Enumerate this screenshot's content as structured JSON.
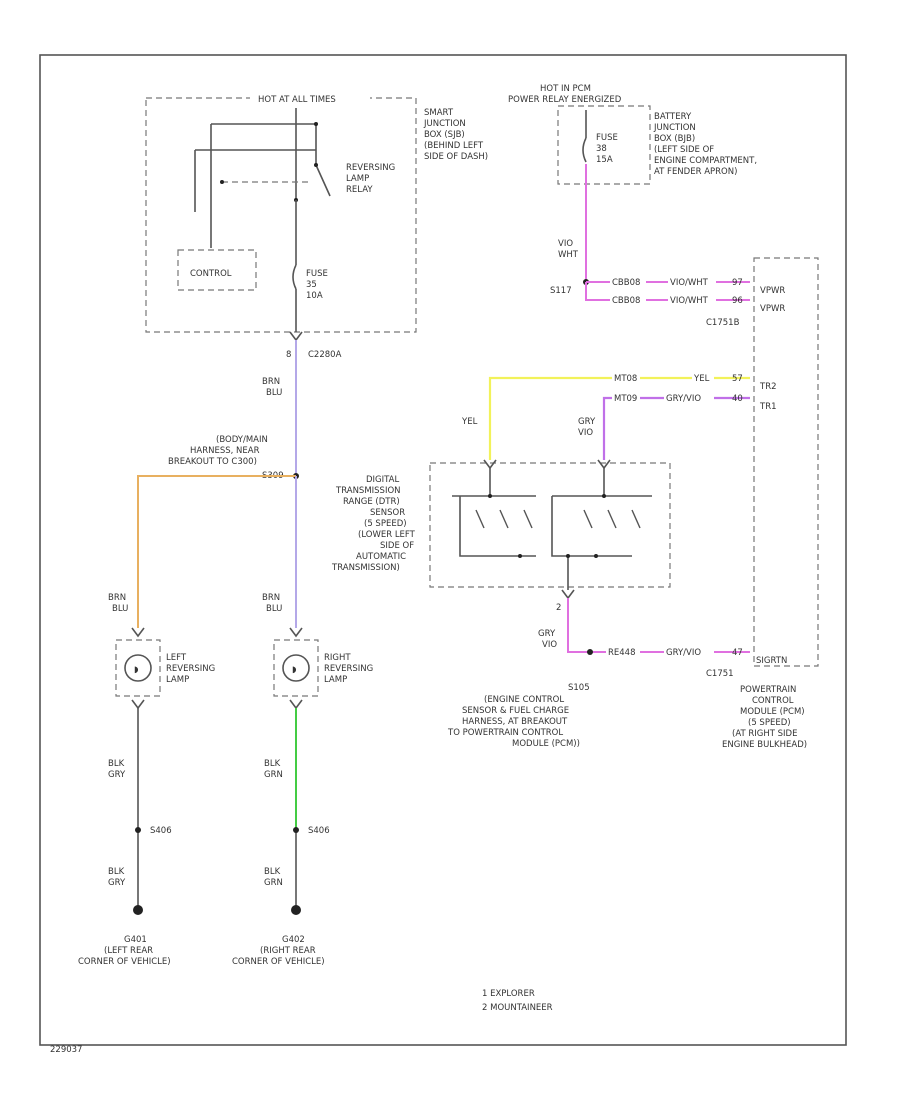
{
  "colors": {
    "wire": "#555555",
    "yellow": "#f2f25a",
    "violet_lt": "#c8a8f2",
    "orange": "#e8b060",
    "magenta": "#e070e0",
    "green": "#44cc44"
  },
  "relay_box": {
    "header": "HOT AT ALL TIMES",
    "name": [
      "SMART",
      "JUNCTION",
      "BOX (SJB)",
      "(BEHIND LEFT",
      "SIDE OF DASH)"
    ],
    "relay_label": [
      "REVERSING",
      "LAMP",
      "RELAY"
    ],
    "control": "CONTROL",
    "fuse": [
      "FUSE",
      "35",
      "10A"
    ],
    "connector": "C2280A",
    "pin": "8"
  },
  "battery_box": {
    "header": [
      "HOT IN PCM",
      "POWER RELAY ENERGIZED"
    ],
    "name": [
      "BATTERY",
      "JUNCTION",
      "BOX (BJB)",
      "(LEFT SIDE OF",
      "ENGINE COMPARTMENT,",
      "AT FENDER APRON)"
    ],
    "fuse": [
      "FUSE",
      "38",
      "15A"
    ]
  },
  "left_branch": {
    "splice_text": [
      "(BODY/MAIN",
      "HARNESS, NEAR",
      "BREAKOUT TO C300)"
    ],
    "splice_id": "S309",
    "wire_top": [
      "BRN",
      "BLU"
    ],
    "wire_lamp": [
      "BRN",
      "BLU"
    ],
    "lamp": [
      "LEFT",
      "REVERSING",
      "LAMP"
    ],
    "wire_bot1": [
      "BLK",
      "GRY"
    ],
    "ground_splice": "S406",
    "wire_bot2": [
      "BLK",
      "GRY"
    ],
    "ground": [
      "G401",
      "(LEFT REAR",
      "CORNER OF VEHICLE)"
    ]
  },
  "right_branch": {
    "wire_top": [
      "BRN",
      "BLU"
    ],
    "wire_lamp": [
      "BRN",
      "BLU"
    ],
    "lamp": [
      "RIGHT",
      "REVERSING",
      "LAMP"
    ],
    "wire_bot1": [
      "BLK",
      "GRN"
    ],
    "ground_splice": "S406",
    "wire_bot2": [
      "BLK",
      "GRN"
    ],
    "ground": [
      "G402",
      "(RIGHT REAR",
      "CORNER OF VEHICLE)"
    ]
  },
  "pcm": {
    "wire_vio": [
      "VIO",
      "WHT"
    ],
    "splice": "S117",
    "circ1": "CBB08",
    "circ1_color": "VIO/WHT",
    "pin1": "97",
    "circ2": "CBB08",
    "circ2_color": "VIO/WHT",
    "pin2": "96",
    "pin_lbl1": "VPWR",
    "pin_lbl2": "VPWR",
    "connector": "C1751B",
    "tr2_circ": "MT08",
    "tr2_color": "YEL",
    "tr2_pin": "57",
    "tr2_lbl": "TR2",
    "tr1_circ": "MT09",
    "tr1_color": "GRY/VIO",
    "tr1_pin": "40",
    "tr1_lbl": "TR1",
    "bottom_pin": "47",
    "bottom_lbl": "SIGRTN",
    "bottom_conn": "C1751",
    "bottom_circ": "RE448",
    "bottom_circ_color": "GRY/VIO",
    "name": [
      "POWERTRAIN",
      "CONTROL",
      "MODULE (PCM)",
      "(5 SPEED)",
      "(AT RIGHT SIDE",
      "ENGINE BULKHEAD)"
    ]
  },
  "trs": {
    "yel": "YEL",
    "gry_vio": [
      "GRY",
      "VIO"
    ],
    "name": [
      "DIGITAL",
      "TRANSMISSION",
      "RANGE (DTR)",
      "SENSOR",
      "(5 SPEED)",
      "(LOWER LEFT",
      "SIDE OF",
      "AUTOMATIC",
      "TRANSMISSION)"
    ],
    "bottom_pin": "2",
    "wire_bottom": [
      "GRY",
      "VIO"
    ],
    "splice": "S105",
    "splice_text": [
      "(ENGINE CONTROL",
      "SENSOR & FUEL CHARGE",
      "HARNESS, AT BREAKOUT",
      "TO POWERTRAIN CONTROL",
      "MODULE (PCM))"
    ]
  },
  "notes": [
    "1   EXPLORER",
    "2   MOUNTAINEER"
  ],
  "figure_id": "229037"
}
